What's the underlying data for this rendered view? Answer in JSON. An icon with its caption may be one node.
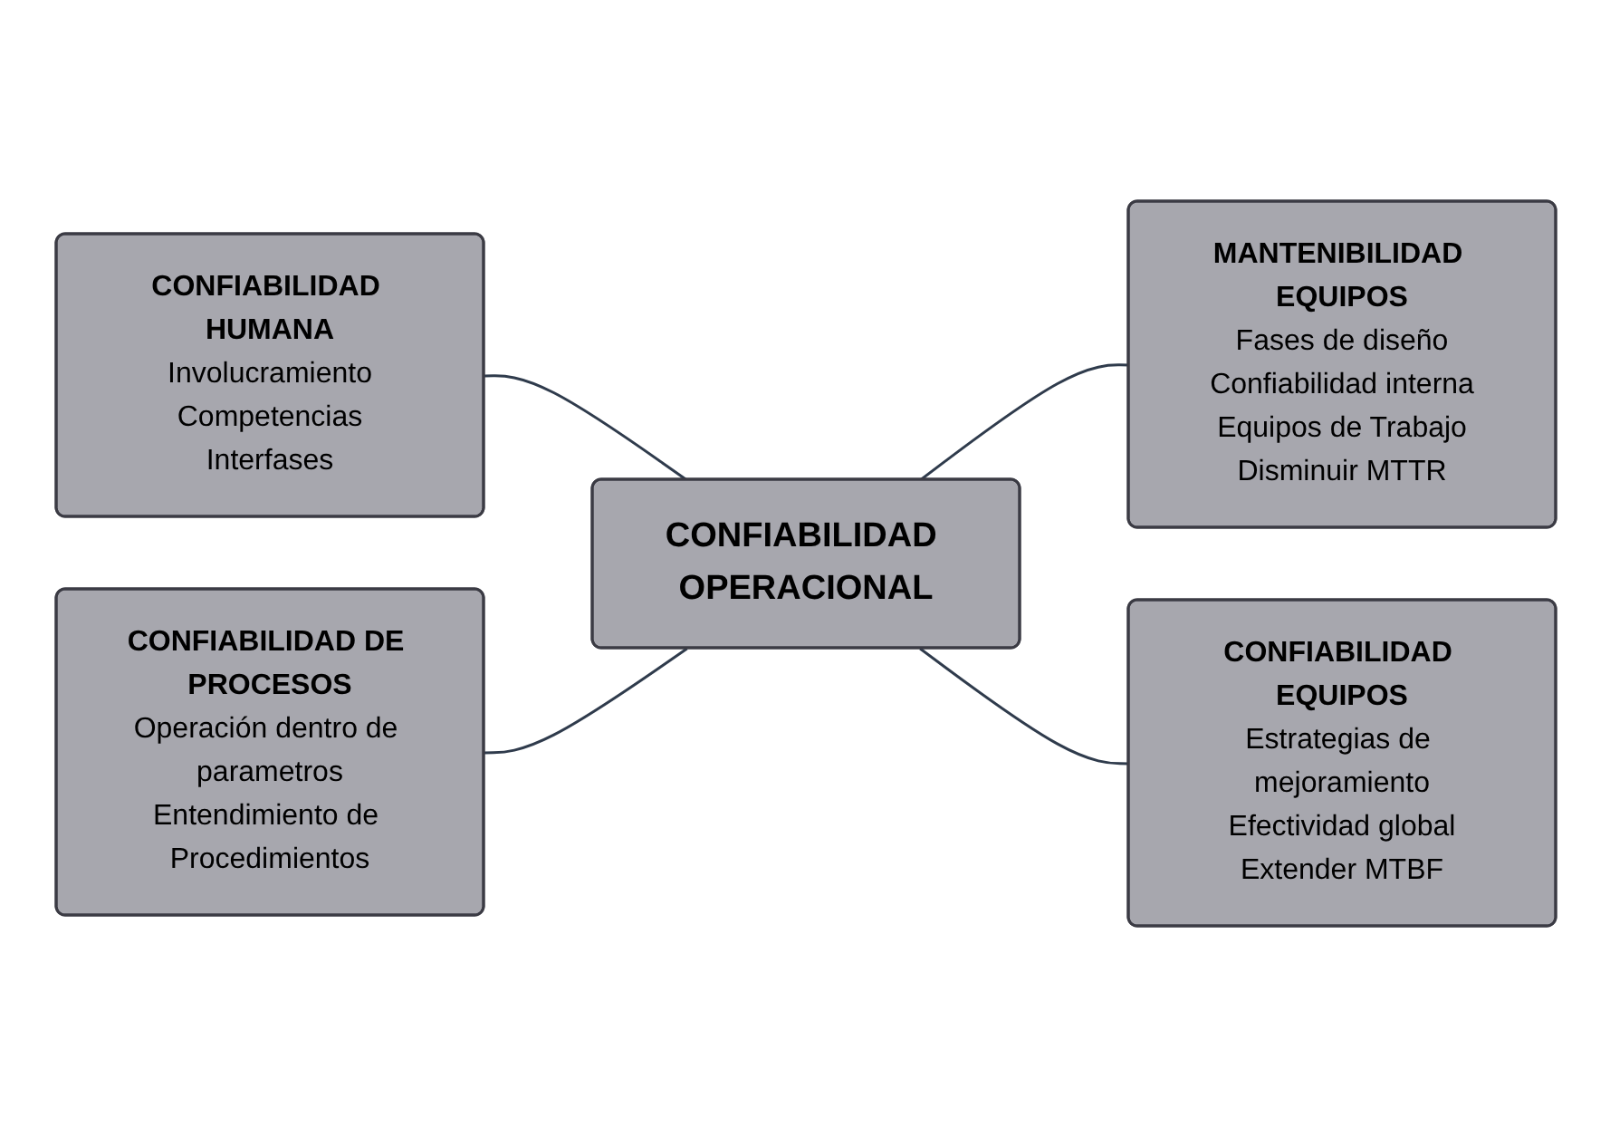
{
  "diagram": {
    "nodes": [
      {
        "text": [
          "CONFIABILIDAD HUMANA",
          "Involucramiento",
          "Competencias",
          "Interfases"
        ]
      },
      {
        "text": [
          "CONFIABILIDAD DE PROCESOS",
          "Operación dentro de parametros",
          "Entendimiento de Procedimientos"
        ]
      },
      {
        "text": [
          "CONFIABILIDAD OPERACIONAL"
        ]
      },
      {
        "text": [
          "MANTENIBILIDAD EQUIPOS",
          "Fases de diseño",
          "Confiabilidad interna",
          "Equipos de Trabajo",
          "Disminuir MTTR"
        ]
      },
      {
        "text": [
          "CONFIABILIDAD EQUIPOS",
          "Estrategias de mejoramiento",
          "Efectividad global",
          "Extender MTBF"
        ]
      }
    ],
    "edges": [
      {
        "from": 0,
        "to": 2,
        "arrow": "none"
      },
      {
        "from": 1,
        "to": 2,
        "arrow": "none"
      },
      {
        "from": 2,
        "to": 3,
        "arrow": "none"
      },
      {
        "from": 2,
        "to": 4,
        "arrow": "none"
      }
    ]
  }
}
